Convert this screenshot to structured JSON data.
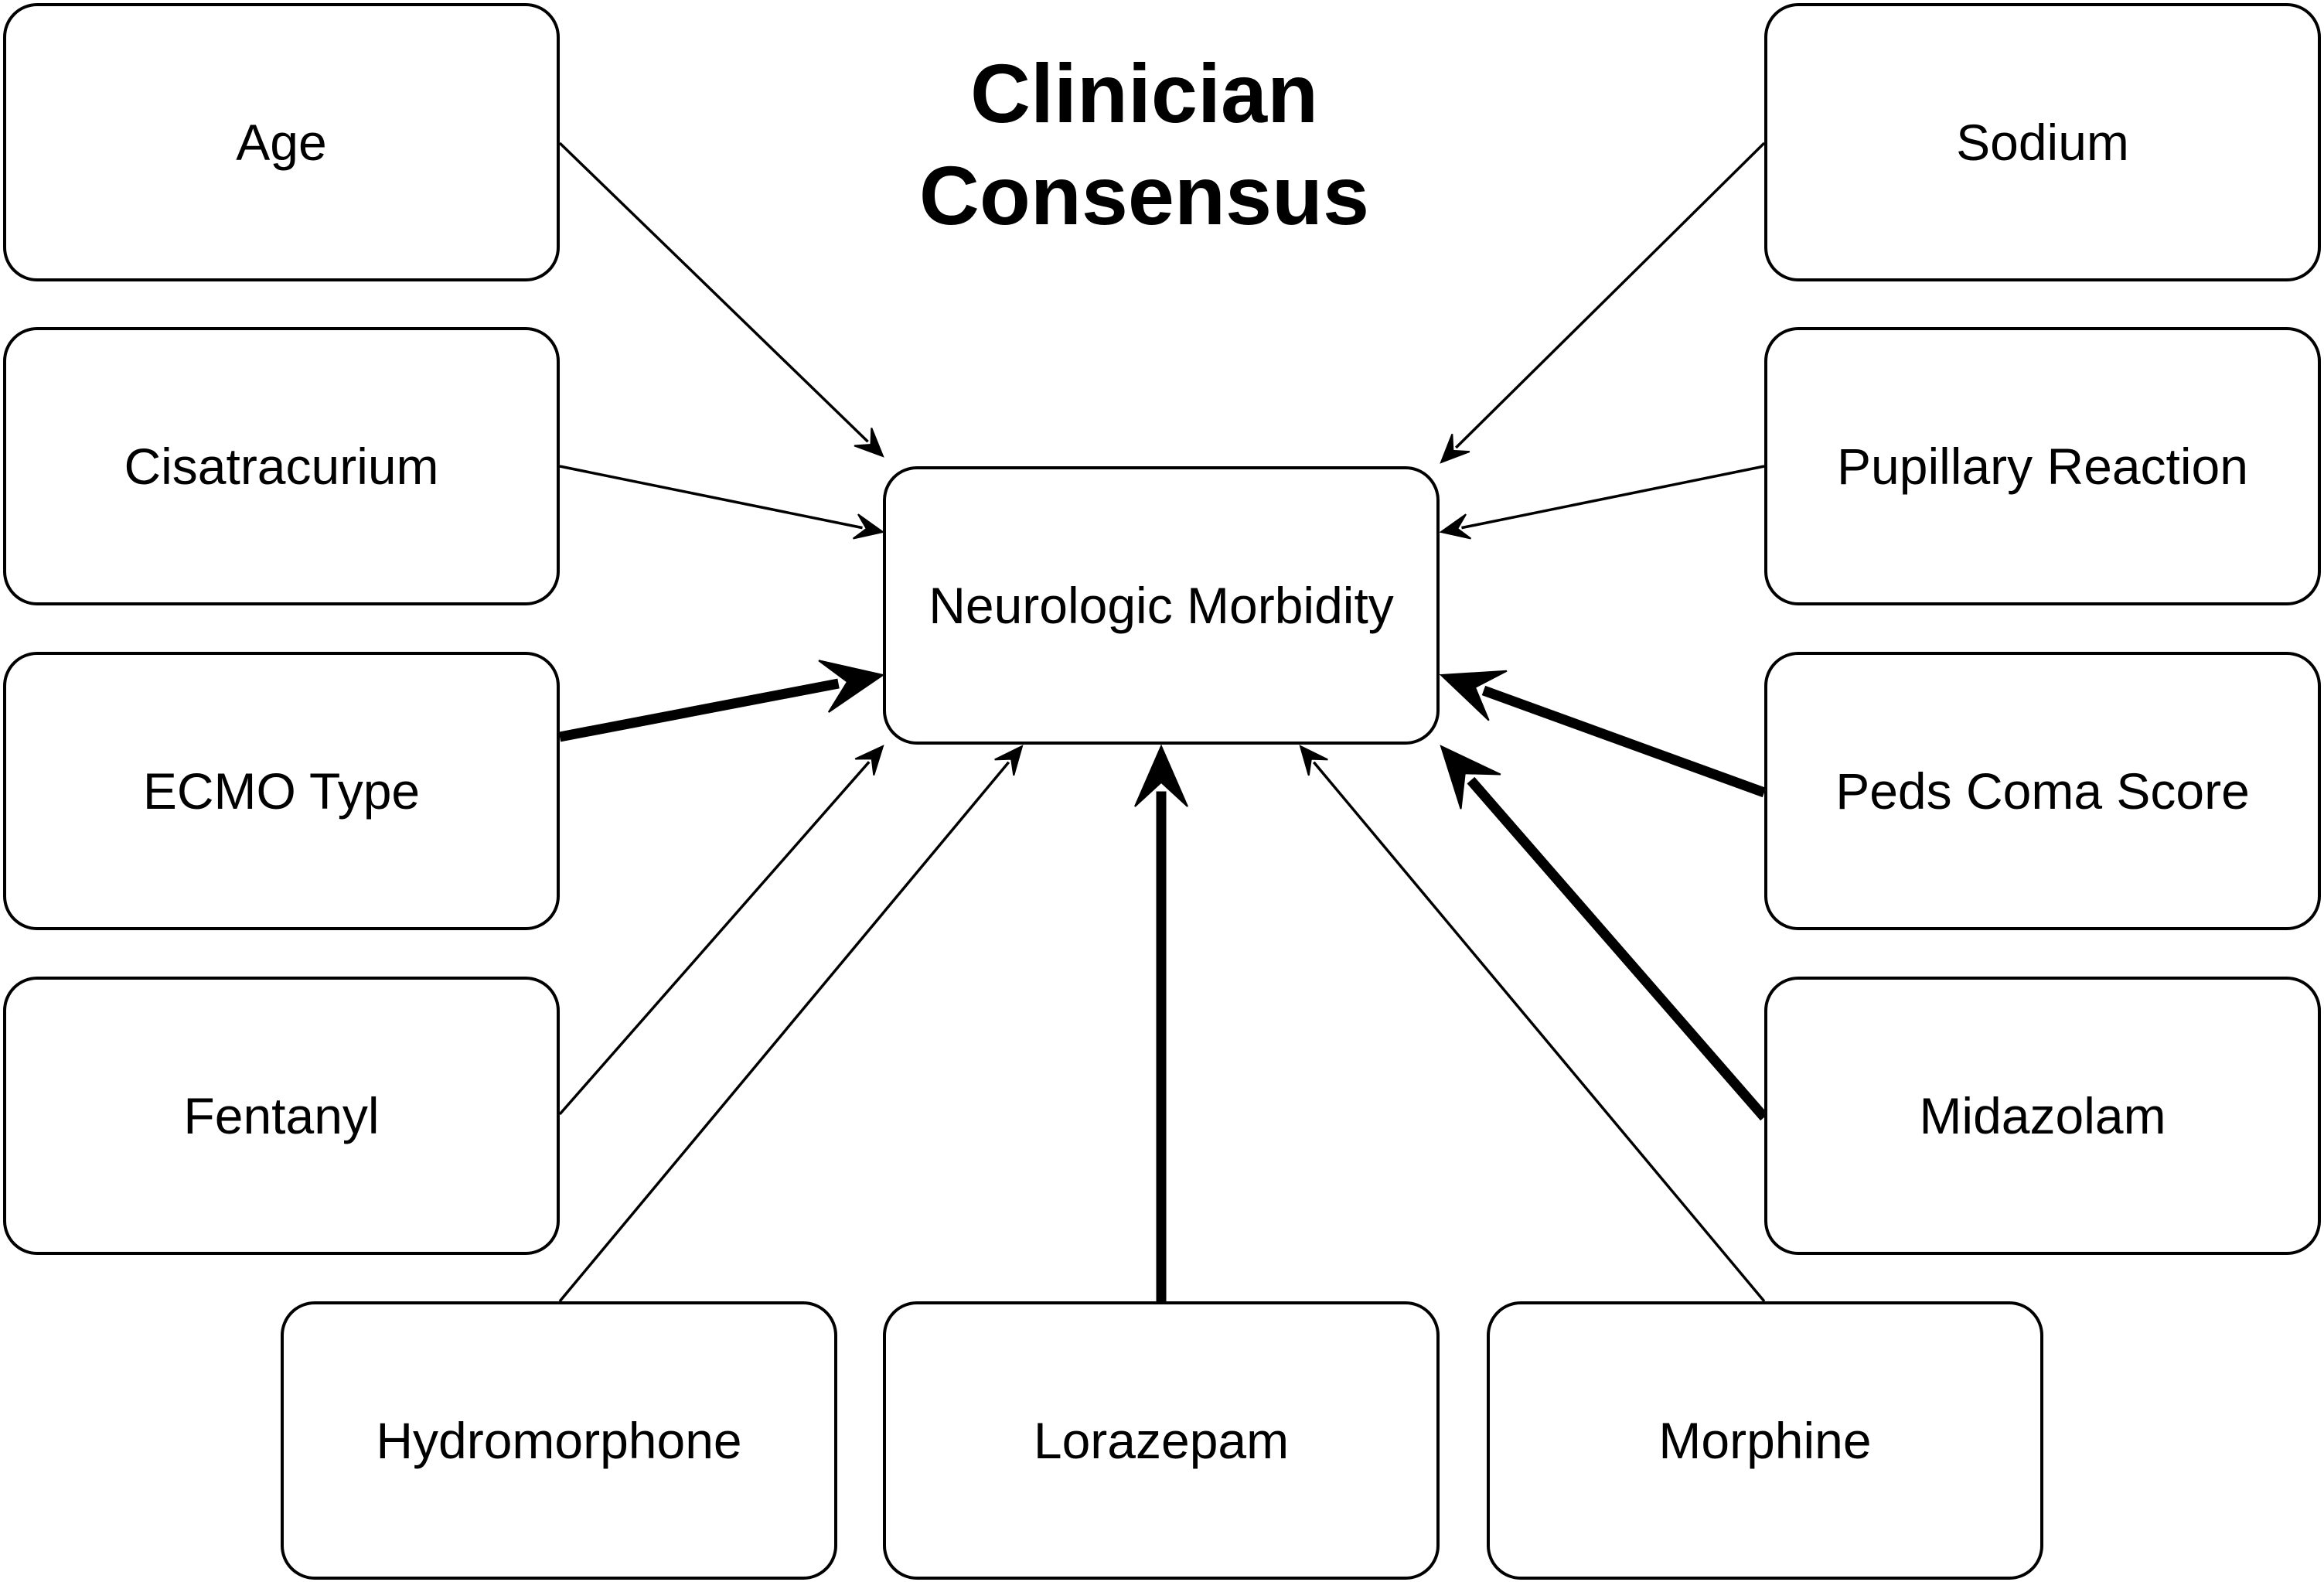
{
  "title": {
    "line1": "Clinician",
    "line2": "Consensus"
  },
  "target": {
    "id": "neurologic-morbidity",
    "label": "Neurologic Morbidity"
  },
  "sources": [
    {
      "id": "age",
      "label": "Age",
      "weight": "thin"
    },
    {
      "id": "cisatracurium",
      "label": "Cisatracurium",
      "weight": "thin"
    },
    {
      "id": "ecmo-type",
      "label": "ECMO Type",
      "weight": "thick"
    },
    {
      "id": "fentanyl",
      "label": "Fentanyl",
      "weight": "thin"
    },
    {
      "id": "sodium",
      "label": "Sodium",
      "weight": "thin"
    },
    {
      "id": "pupillary-reaction",
      "label": "Pupillary Reaction",
      "weight": "thin"
    },
    {
      "id": "peds-coma-score",
      "label": "Peds Coma Score",
      "weight": "thick"
    },
    {
      "id": "midazolam",
      "label": "Midazolam",
      "weight": "thick"
    },
    {
      "id": "hydromorphone",
      "label": "Hydromorphone",
      "weight": "thin"
    },
    {
      "id": "lorazepam",
      "label": "Lorazepam",
      "weight": "thick"
    },
    {
      "id": "morphine",
      "label": "Morphine",
      "weight": "thin"
    }
  ],
  "colors": {
    "stroke": "#000000",
    "background": "#ffffff"
  }
}
